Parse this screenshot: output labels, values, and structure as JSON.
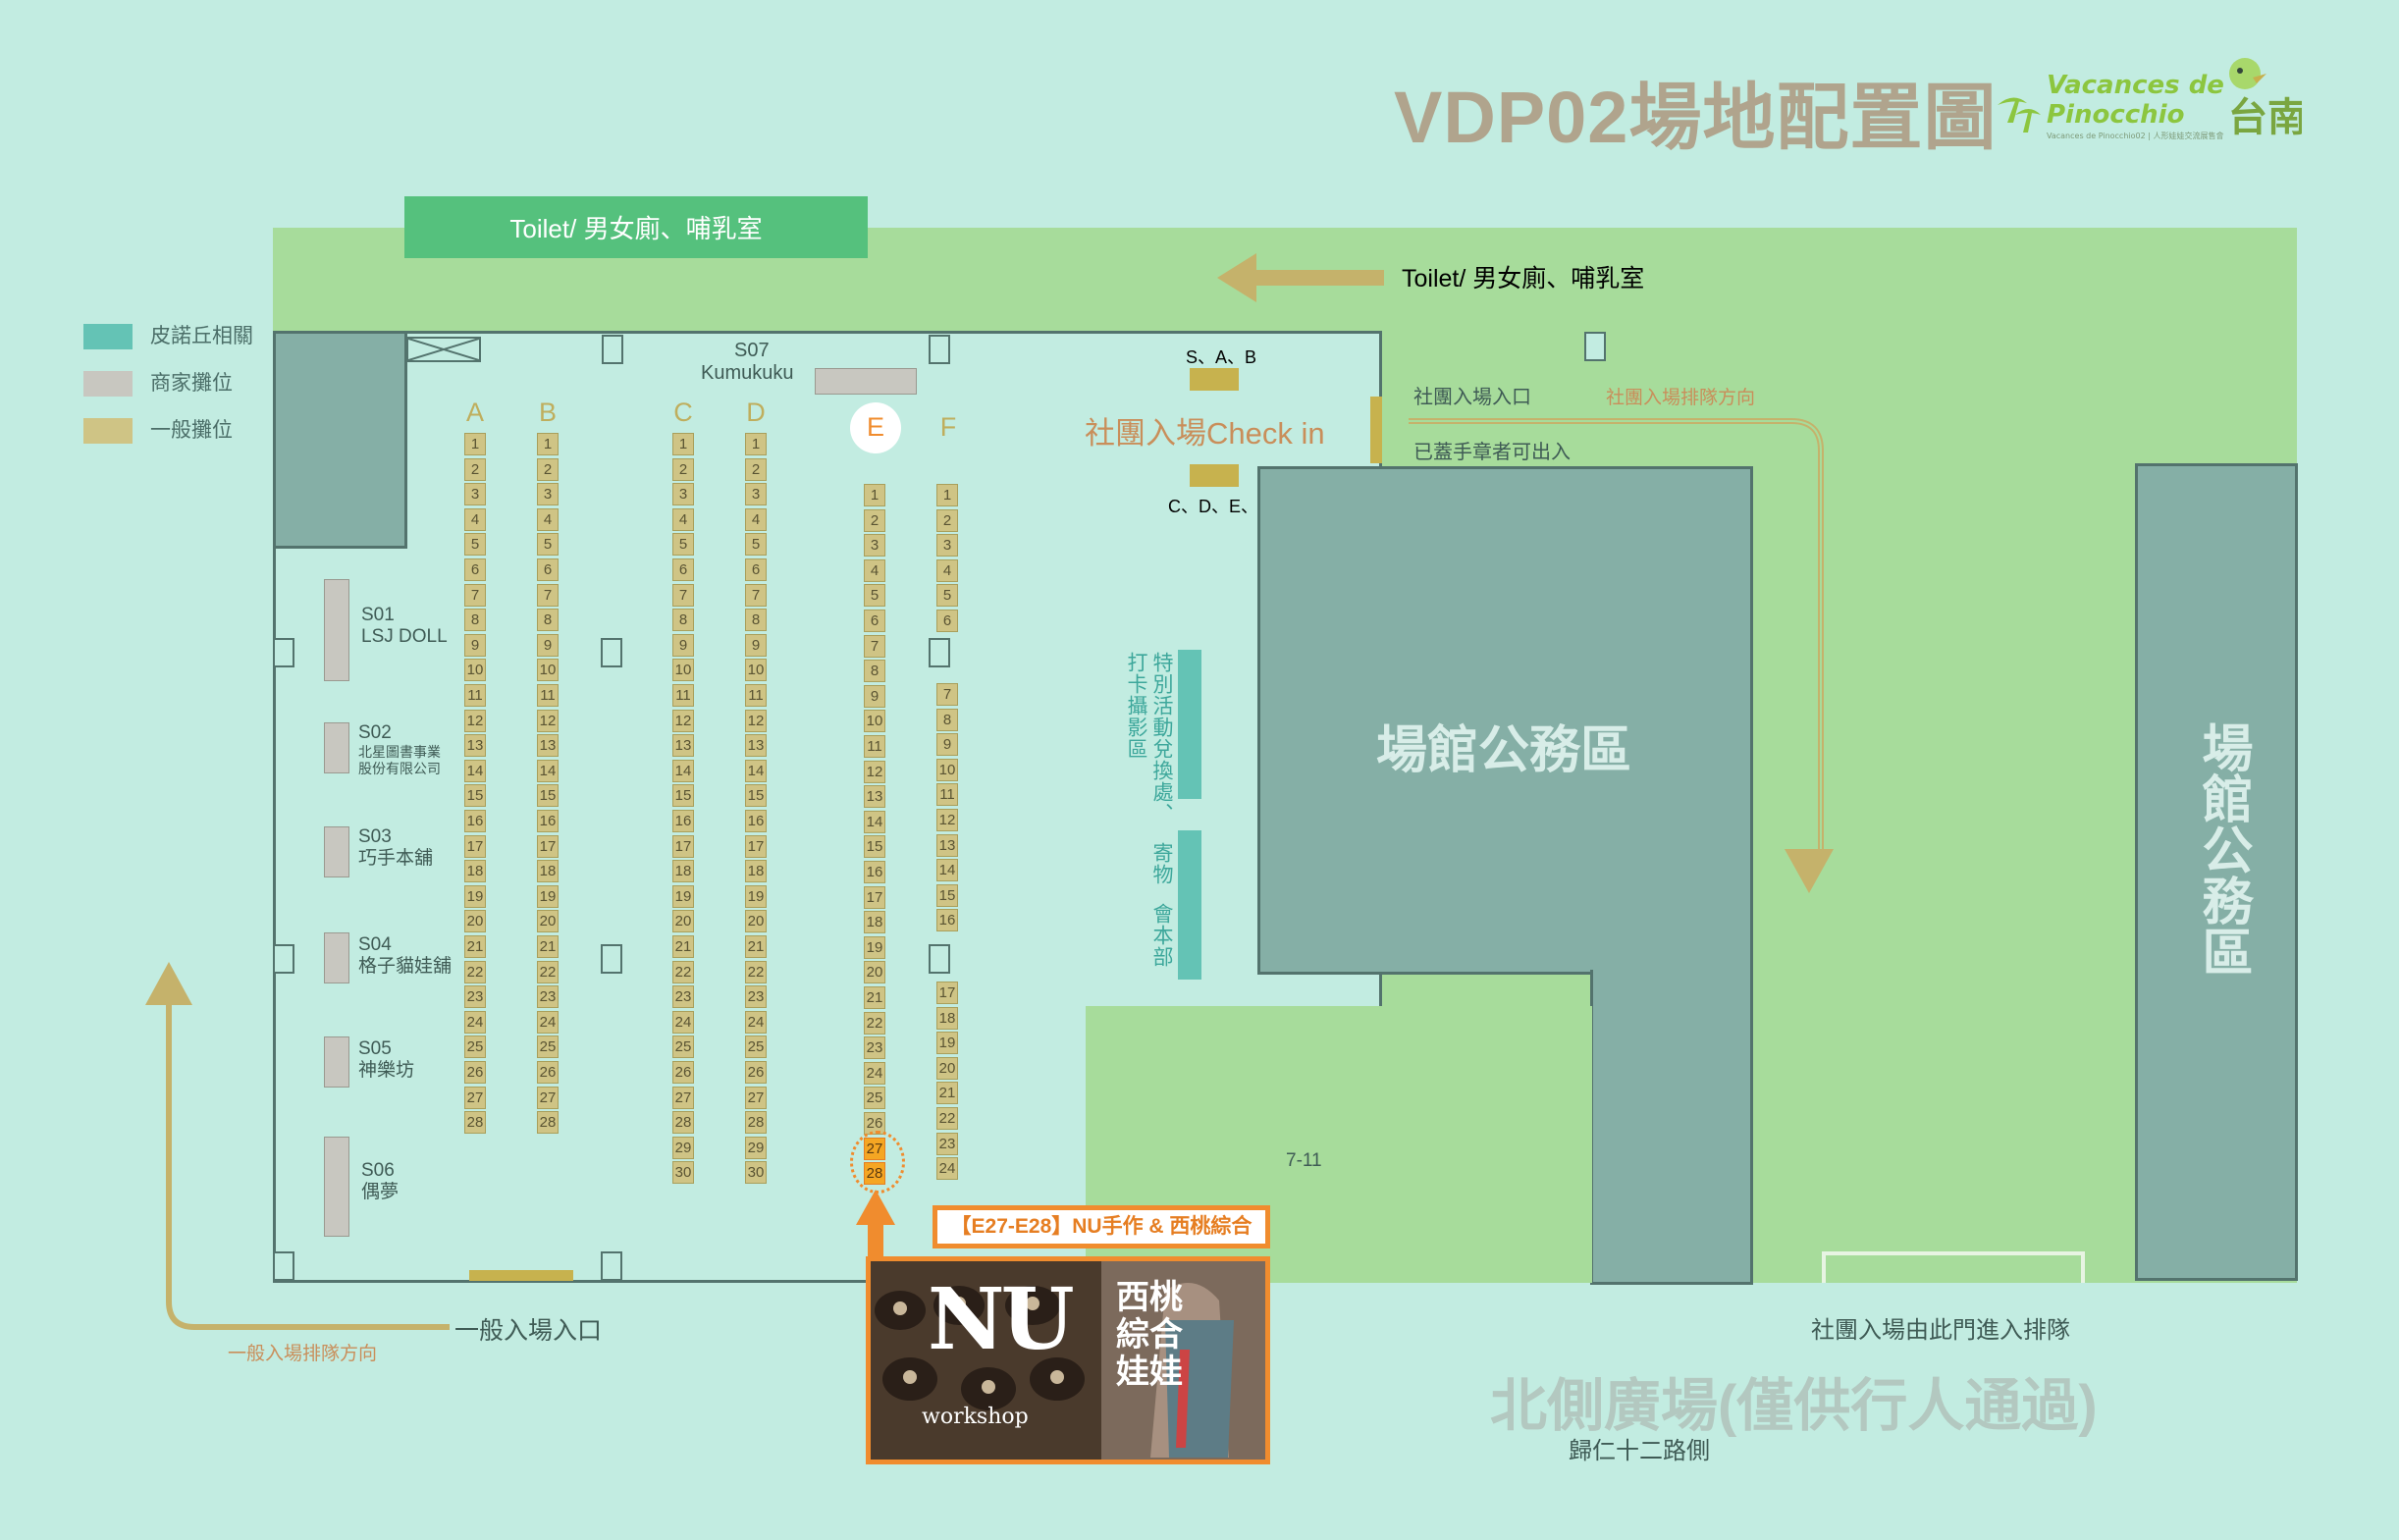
{
  "title": "VDP02場地配置圖",
  "logo": {
    "line1": "Vacances de",
    "line2": "Pinocchio",
    "sub": "Vacances de Pinocchio02 | 人形娃娃交流展售會",
    "city": "台南"
  },
  "legend": [
    {
      "label": "皮諾丘相關",
      "color": "#64c3b5"
    },
    {
      "label": "商家攤位",
      "color": "#c8c7c0"
    },
    {
      "label": "一般攤位",
      "color": "#cfc485"
    }
  ],
  "toilet_box": "Toilet/ 男女廁、哺乳室",
  "toilet_arrow": "Toilet/ 男女廁、哺乳室",
  "rows": {
    "A": {
      "label": "A",
      "numbers": [
        "1",
        "2",
        "3",
        "4",
        "5",
        "6",
        "7",
        "8",
        "9",
        "10",
        "11",
        "12",
        "13",
        "14",
        "15",
        "16",
        "17",
        "18",
        "19",
        "20",
        "21",
        "22",
        "23",
        "24",
        "25",
        "26",
        "27",
        "28"
      ]
    },
    "B": {
      "label": "B",
      "numbers": [
        "1",
        "2",
        "3",
        "4",
        "5",
        "6",
        "7",
        "8",
        "9",
        "10",
        "11",
        "12",
        "13",
        "14",
        "15",
        "16",
        "17",
        "18",
        "19",
        "20",
        "21",
        "22",
        "23",
        "24",
        "25",
        "26",
        "27",
        "28"
      ]
    },
    "C": {
      "label": "C",
      "numbers": [
        "1",
        "2",
        "3",
        "4",
        "5",
        "6",
        "7",
        "8",
        "9",
        "10",
        "11",
        "12",
        "13",
        "14",
        "15",
        "16",
        "17",
        "18",
        "19",
        "20",
        "21",
        "22",
        "23",
        "24",
        "25",
        "26",
        "27",
        "28",
        "29",
        "30"
      ]
    },
    "D": {
      "label": "D",
      "numbers": [
        "1",
        "2",
        "3",
        "4",
        "5",
        "6",
        "7",
        "8",
        "9",
        "10",
        "11",
        "12",
        "13",
        "14",
        "15",
        "16",
        "17",
        "18",
        "19",
        "20",
        "21",
        "22",
        "23",
        "24",
        "25",
        "26",
        "27",
        "28",
        "29",
        "30"
      ]
    },
    "E": {
      "label": "E",
      "numbers": [
        "1",
        "2",
        "3",
        "4",
        "5",
        "6",
        "7",
        "8",
        "9",
        "10",
        "11",
        "12",
        "13",
        "14",
        "15",
        "16",
        "17",
        "18",
        "19",
        "20",
        "21",
        "22",
        "23",
        "24",
        "25",
        "26",
        "27",
        "28"
      ]
    },
    "F": {
      "label": "F",
      "numbers": [
        "1",
        "2",
        "3",
        "4",
        "5",
        "6",
        "7",
        "8",
        "9",
        "10",
        "11",
        "12",
        "13",
        "14",
        "15",
        "16",
        "17",
        "18",
        "19",
        "20",
        "21",
        "22",
        "23",
        "24"
      ]
    }
  },
  "shops": [
    {
      "code": "S01",
      "name": "LSJ DOLL",
      "name2": ""
    },
    {
      "code": "S02",
      "name": "北星圖書事業",
      "name2": "股份有限公司"
    },
    {
      "code": "S03",
      "name": "巧手本舖",
      "name2": ""
    },
    {
      "code": "S04",
      "name": "格子貓娃舖",
      "name2": ""
    },
    {
      "code": "S05",
      "name": "神樂坊",
      "name2": ""
    },
    {
      "code": "S06",
      "name": "偶夢",
      "name2": ""
    },
    {
      "code": "S07",
      "name": "Kumukuku",
      "name2": ""
    }
  ],
  "checkin": {
    "sab": "S、A、B",
    "label": "社團入場Check in",
    "cdef": "C、D、E、F"
  },
  "labels": {
    "club_entrance": "社團入場入口",
    "club_queue_dir": "社團入場排隊方向",
    "stamped_exit": "已蓋手章者可出入",
    "event_exchange": "特別活動兌換處、",
    "photo_zone": "打卡攝影區",
    "storage": "寄物",
    "club_dept": "會本部",
    "official_1": "場館公務區",
    "official_2": "場館公務區",
    "seven": "7-11",
    "general_entrance": "一般入場入口",
    "general_queue_dir": "一般入場排隊方向",
    "club_queue_gate": "社團入場由此門進入排隊",
    "plaza": "北側廣場(僅供行人通過)",
    "road": "歸仁十二路側"
  },
  "callout": {
    "text": "【E27-E28】NU手作 & 西桃綜合",
    "photo_left_big": "NU",
    "photo_left_small": "workshop",
    "photo_right": "西桃綜合娃娃"
  },
  "colors": {
    "bg": "#c2ece1",
    "green": "#a7dc9b",
    "toilet": "#55c17d",
    "official": "#85afa6",
    "booth": "#cfc485",
    "highlight": "#f08c2e",
    "arrow": "#c5b26b"
  }
}
